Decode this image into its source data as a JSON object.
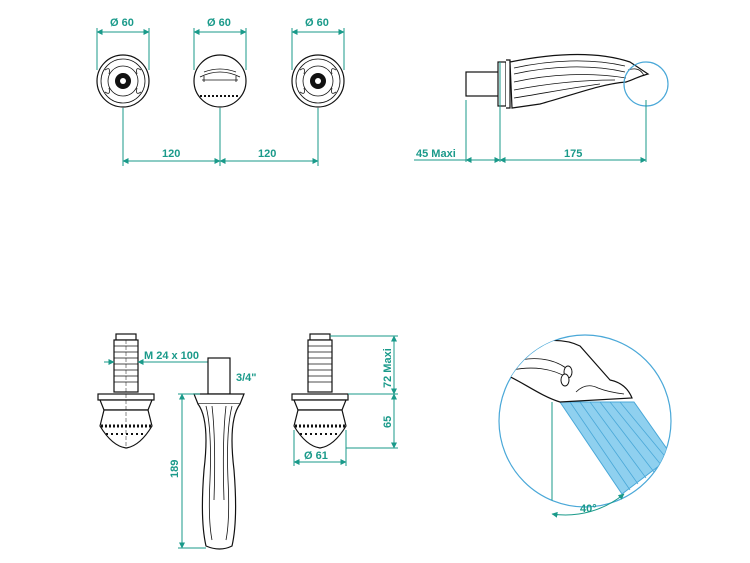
{
  "dimensions": {
    "diam_left": "Ø 60",
    "diam_center": "Ø 60",
    "diam_right": "Ø 60",
    "spacing_left": "120",
    "spacing_right": "120",
    "wall_depth": "45 Maxi",
    "spout_length": "175",
    "thread": "M 24 x 100",
    "inlet": "3/4\"",
    "spout_height": "189",
    "stem_max": "72 Maxi",
    "body_height": "65",
    "base_diam": "Ø 61",
    "flow_angle": "40°"
  },
  "colors": {
    "dimension": "#1a9a8a",
    "outline": "#111111",
    "water": "#8fd0ef"
  }
}
